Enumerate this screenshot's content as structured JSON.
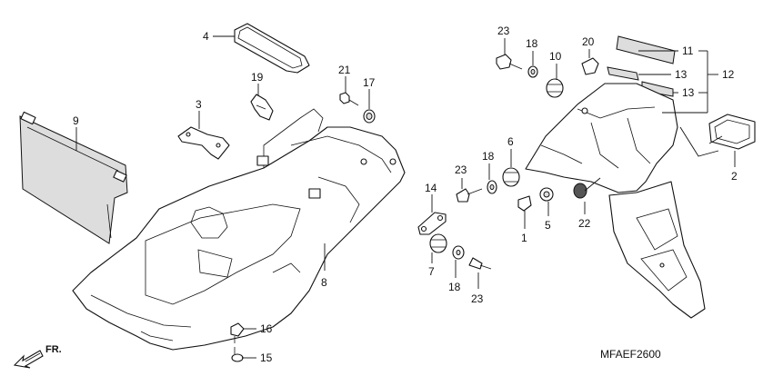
{
  "diagram_code": "MFAEF2600",
  "front_arrow_label": "FR.",
  "callouts": {
    "c1": "1",
    "c2": "2",
    "c3": "3",
    "c4": "4",
    "c5": "5",
    "c6": "6",
    "c7": "7",
    "c8": "8",
    "c9": "9",
    "c10": "10",
    "c11": "11",
    "c12": "12",
    "c13a": "13",
    "c13b": "13",
    "c14": "14",
    "c15": "15",
    "c16": "16",
    "c17": "17",
    "c18a": "18",
    "c18b": "18",
    "c18c": "18",
    "c19": "19",
    "c20": "20",
    "c21": "21",
    "c22": "22",
    "c23a": "23",
    "c23b": "23",
    "c23c": "23"
  }
}
